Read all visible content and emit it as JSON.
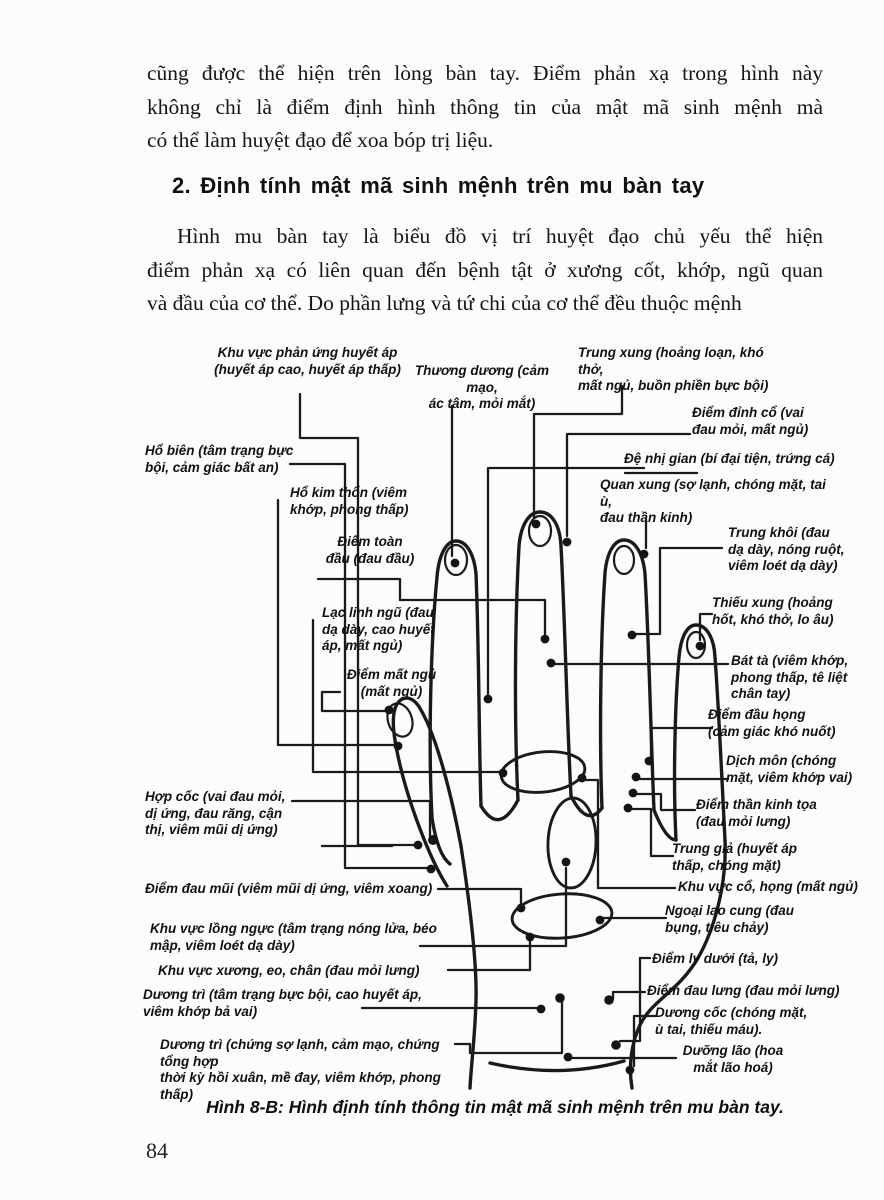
{
  "page": {
    "number": "84"
  },
  "content": {
    "p1_lines": [
      "cũng được thể hiện trên lòng bàn tay. Điểm phản xạ trong hình này",
      "không chỉ là điểm định hình thông tin của mật mã sinh mệnh mà",
      "có thể làm huyệt đạo để xoa bóp trị liệu."
    ],
    "heading": "2. Định tính mật mã sinh mệnh trên mu bàn tay",
    "p2_lines": [
      "Hình mu bàn tay là biểu đồ vị trí huyệt đạo chủ yếu thể hiện",
      "điểm phản xạ có liên quan đến bệnh tật ở xương cốt, khớp, ngũ quan",
      "và đầu của cơ thể. Do phần lưng và tứ chi của cơ thể đều thuộc mệnh"
    ]
  },
  "figure": {
    "caption": "Hình 8-B: Hình định tính thông tin mật mã sinh mệnh trên mu bàn tay.",
    "ink_color": "#161616",
    "labels": [
      {
        "name": "khu-vuc-phan-ung-huyet-ap",
        "text": "Khu vực phản ứng huyết áp\n(huyết áp cao, huyết áp thấp)"
      },
      {
        "name": "thuong-duong",
        "text": "Thương dương (cảm mạo,\nác tâm, mỏi mắt)"
      },
      {
        "name": "trung-xung",
        "text": "Trung xung (hoảng loạn, khó thở,\nmất ngủ, buồn phiền bực bội)"
      },
      {
        "name": "diem-dinh-co",
        "text": "Điểm đỉnh cổ (vai\nđau mỏi, mất ngủ)"
      },
      {
        "name": "de-nhi-gian",
        "text": "Đệ nhị gian (bí đại tiện, trứng cá)"
      },
      {
        "name": "quan-xung",
        "text": "Quan xung (sợ lạnh, chóng mặt, tai ù,\nđau thần kinh)"
      },
      {
        "name": "ho-bien",
        "text": "Hổ biên (tâm trạng bực\nbội, cảm giác bất an)"
      },
      {
        "name": "ho-kim-thon",
        "text": "Hổ kim thốn (viêm\nkhớp, phong thấp)"
      },
      {
        "name": "diem-toan-dau",
        "text": "Điểm toàn\nđầu (đau đầu)"
      },
      {
        "name": "trung-khoi",
        "text": "Trung khôi (đau\ndạ dày, nóng ruột,\nviêm loét dạ dày)"
      },
      {
        "name": "thieu-xung",
        "text": "Thiếu xung (hoảng\nhốt, khó thở, lo âu)"
      },
      {
        "name": "lac-linh-ngu",
        "text": "Lạc linh ngũ (đau\ndạ dày, cao huyết\náp, mất ngủ)"
      },
      {
        "name": "bat-ta",
        "text": "Bát tà (viêm khớp,\nphong thấp, tê liệt\nchân tay)"
      },
      {
        "name": "diem-mat-ngu",
        "text": "Điểm mất ngủ\n(mất ngủ)"
      },
      {
        "name": "diem-dau-hong",
        "text": "Điểm đầu họng\n(cảm giác khó nuốt)"
      },
      {
        "name": "dich-mon",
        "text": "Dịch môn (chóng\nmặt, viêm khớp vai)"
      },
      {
        "name": "hop-coc",
        "text": "Hợp cốc (vai đau mỏi,\ndị ứng, đau răng, cận\nthị, viêm mũi dị ứng)"
      },
      {
        "name": "diem-than-kinh-toa",
        "text": "Điểm thần kinh tọa\n(đau mỏi lưng)"
      },
      {
        "name": "trung-gia",
        "text": "Trung giả (huyết áp\nthấp, chóng mặt)"
      },
      {
        "name": "diem-dau-mui",
        "text": "Điểm đau mũi (viêm mũi dị ứng, viêm xoang)"
      },
      {
        "name": "khu-vuc-co-hong",
        "text": "Khu vực cổ, họng (mất ngủ)"
      },
      {
        "name": "ngoai-lao-cung",
        "text": "Ngoại lao cung (đau\nbụng, tiêu chảy)"
      },
      {
        "name": "khu-vuc-long-nguc",
        "text": "Khu vực lồng ngực (tâm trạng nóng lửa, béo\nmập, viêm loét dạ dày)"
      },
      {
        "name": "diem-ly-duoi",
        "text": "Điểm ly dưới (tả, ly)"
      },
      {
        "name": "khu-vuc-xuong-eo-chan",
        "text": "Khu vực xương, eo, chân (đau mỏi lưng)"
      },
      {
        "name": "diem-dau-lung",
        "text": "Điểm đau lưng (đau mỏi lưng)"
      },
      {
        "name": "duong-tri-1",
        "text": "Dương trì (tâm trạng bực bội, cao huyết áp,\nviêm khớp bả vai)"
      },
      {
        "name": "duong-coc",
        "text": "Dương cốc (chóng mặt,\nù tai, thiếu máu)."
      },
      {
        "name": "duong-tri-2",
        "text": "Dương trì (chứng sợ lạnh, cảm mạo, chứng tổng hợp\nthời kỳ hồi xuân, mề đay, viêm khớp, phong thấp)"
      },
      {
        "name": "duong-lao",
        "text": "Dưỡng lão (hoa\nmắt lão hoá)"
      }
    ]
  }
}
